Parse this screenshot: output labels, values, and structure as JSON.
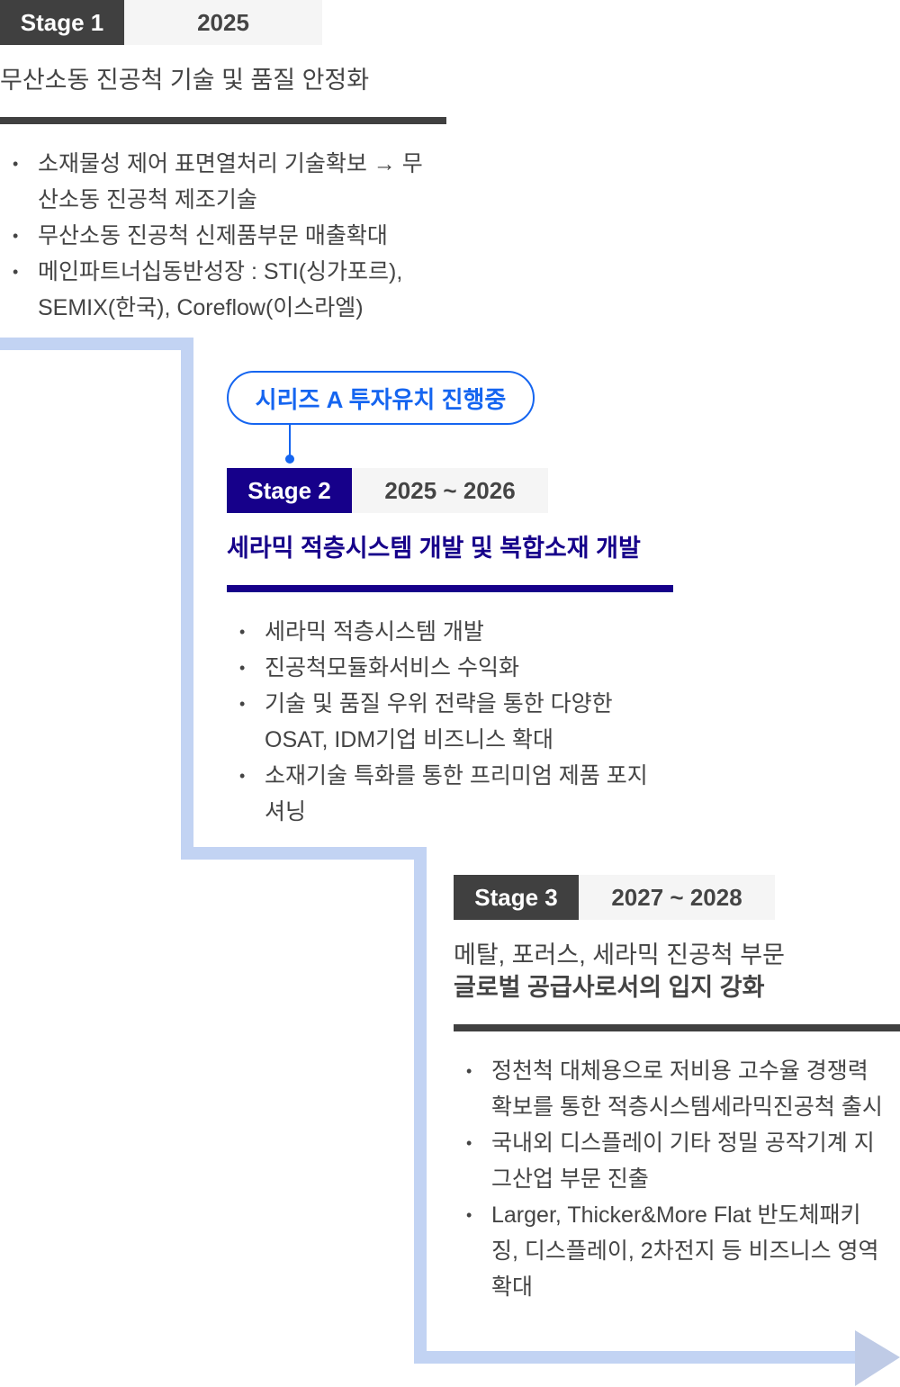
{
  "colors": {
    "stage1": "#404040",
    "stage2": "#16008a",
    "stage3": "#404040",
    "path": "#c2d3f3",
    "accent": "#1565f0"
  },
  "stages": [
    {
      "label": "Stage 1",
      "years": "2025",
      "title": "무산소동 진공척 기술 및 품질 안정화",
      "bullets": [
        "소재물성 제어 표면열처리 기술확보 → 무산소동 진공척 제조기술",
        "무산소동 진공척 신제품부문 매출확대",
        "메인파트너십동반성장 : STI(싱가포르), SEMIX(한국), Coreflow(이스라엘)"
      ]
    },
    {
      "label": "Stage 2",
      "years": "2025 ~ 2026",
      "title": "세라믹 적층시스템 개발 및 복합소재 개발",
      "bullets": [
        "세라믹 적층시스템 개발",
        "진공척모듈화서비스 수익화",
        "기술 및 품질 우위 전략을 통한 다양한 OSAT, IDM기업 비즈니스 확대",
        "소재기술 특화를 통한 프리미엄 제품 포지셔닝"
      ]
    },
    {
      "label": "Stage 3",
      "years": "2027 ~ 2028",
      "title_line1": "메탈, 포러스, 세라믹 진공척 부문",
      "title_line2": "글로벌 공급사로서의 입지 강화",
      "bullets": [
        "정천척 대체용으로 저비용 고수율 경쟁력 확보를 통한 적층시스템세라믹진공척 출시",
        "국내외 디스플레이 기타 정밀 공작기계 지그산업 부문 진출",
        "Larger, Thicker&More Flat 반도체패키징, 디스플레이, 2차전지 등 비즈니스 영역 확대"
      ]
    }
  ],
  "milestone": "시리즈 A 투자유치 진행중"
}
